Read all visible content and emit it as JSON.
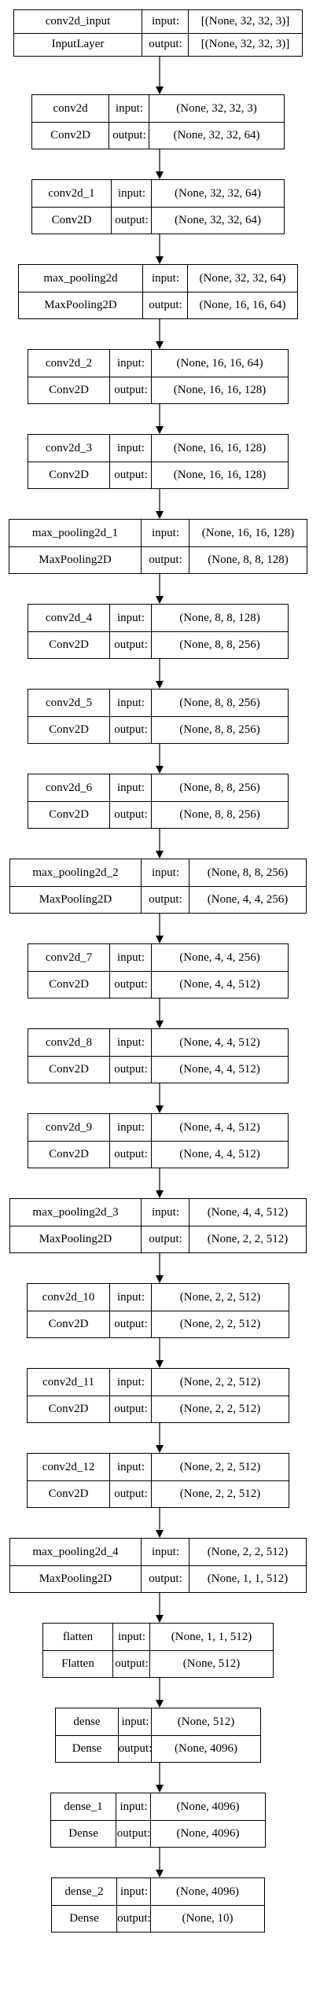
{
  "layers": [
    {
      "name": "conv2d_input",
      "type": "InputLayer",
      "input_label": "input:",
      "output_label": "output:",
      "input_shape": "[(None, 32, 32, 3)]",
      "output_shape": "[(None, 32, 32, 3)]"
    },
    {
      "name": "conv2d",
      "type": "Conv2D",
      "input_label": "input:",
      "output_label": "output:",
      "input_shape": "(None, 32, 32, 3)",
      "output_shape": "(None, 32, 32, 64)"
    },
    {
      "name": "conv2d_1",
      "type": "Conv2D",
      "input_label": "input:",
      "output_label": "output:",
      "input_shape": "(None, 32, 32, 64)",
      "output_shape": "(None, 32, 32, 64)"
    },
    {
      "name": "max_pooling2d",
      "type": "MaxPooling2D",
      "input_label": "input:",
      "output_label": "output:",
      "input_shape": "(None, 32, 32, 64)",
      "output_shape": "(None, 16, 16, 64)"
    },
    {
      "name": "conv2d_2",
      "type": "Conv2D",
      "input_label": "input:",
      "output_label": "output:",
      "input_shape": "(None, 16, 16, 64)",
      "output_shape": "(None, 16, 16, 128)"
    },
    {
      "name": "conv2d_3",
      "type": "Conv2D",
      "input_label": "input:",
      "output_label": "output:",
      "input_shape": "(None, 16, 16, 128)",
      "output_shape": "(None, 16, 16, 128)"
    },
    {
      "name": "max_pooling2d_1",
      "type": "MaxPooling2D",
      "input_label": "input:",
      "output_label": "output:",
      "input_shape": "(None, 16, 16, 128)",
      "output_shape": "(None, 8, 8, 128)"
    },
    {
      "name": "conv2d_4",
      "type": "Conv2D",
      "input_label": "input:",
      "output_label": "output:",
      "input_shape": "(None, 8, 8, 128)",
      "output_shape": "(None, 8, 8, 256)"
    },
    {
      "name": "conv2d_5",
      "type": "Conv2D",
      "input_label": "input:",
      "output_label": "output:",
      "input_shape": "(None, 8, 8, 256)",
      "output_shape": "(None, 8, 8, 256)"
    },
    {
      "name": "conv2d_6",
      "type": "Conv2D",
      "input_label": "input:",
      "output_label": "output:",
      "input_shape": "(None, 8, 8, 256)",
      "output_shape": "(None, 8, 8, 256)"
    },
    {
      "name": "max_pooling2d_2",
      "type": "MaxPooling2D",
      "input_label": "input:",
      "output_label": "output:",
      "input_shape": "(None, 8, 8, 256)",
      "output_shape": "(None, 4, 4, 256)"
    },
    {
      "name": "conv2d_7",
      "type": "Conv2D",
      "input_label": "input:",
      "output_label": "output:",
      "input_shape": "(None, 4, 4, 256)",
      "output_shape": "(None, 4, 4, 512)"
    },
    {
      "name": "conv2d_8",
      "type": "Conv2D",
      "input_label": "input:",
      "output_label": "output:",
      "input_shape": "(None, 4, 4, 512)",
      "output_shape": "(None, 4, 4, 512)"
    },
    {
      "name": "conv2d_9",
      "type": "Conv2D",
      "input_label": "input:",
      "output_label": "output:",
      "input_shape": "(None, 4, 4, 512)",
      "output_shape": "(None, 4, 4, 512)"
    },
    {
      "name": "max_pooling2d_3",
      "type": "MaxPooling2D",
      "input_label": "input:",
      "output_label": "output:",
      "input_shape": "(None, 4, 4, 512)",
      "output_shape": "(None, 2, 2, 512)"
    },
    {
      "name": "conv2d_10",
      "type": "Conv2D",
      "input_label": "input:",
      "output_label": "output:",
      "input_shape": "(None, 2, 2, 512)",
      "output_shape": "(None, 2, 2, 512)"
    },
    {
      "name": "conv2d_11",
      "type": "Conv2D",
      "input_label": "input:",
      "output_label": "output:",
      "input_shape": "(None, 2, 2, 512)",
      "output_shape": "(None, 2, 2, 512)"
    },
    {
      "name": "conv2d_12",
      "type": "Conv2D",
      "input_label": "input:",
      "output_label": "output:",
      "input_shape": "(None, 2, 2, 512)",
      "output_shape": "(None, 2, 2, 512)"
    },
    {
      "name": "max_pooling2d_4",
      "type": "MaxPooling2D",
      "input_label": "input:",
      "output_label": "output:",
      "input_shape": "(None, 2, 2, 512)",
      "output_shape": "(None, 1, 1, 512)"
    },
    {
      "name": "flatten",
      "type": "Flatten",
      "input_label": "input:",
      "output_label": "output:",
      "input_shape": "(None, 1, 1, 512)",
      "output_shape": "(None, 512)"
    },
    {
      "name": "dense",
      "type": "Dense",
      "input_label": "input:",
      "output_label": "output:",
      "input_shape": "(None, 512)",
      "output_shape": "(None, 4096)"
    },
    {
      "name": "dense_1",
      "type": "Dense",
      "input_label": "input:",
      "output_label": "output:",
      "input_shape": "(None, 4096)",
      "output_shape": "(None, 4096)"
    },
    {
      "name": "dense_2",
      "type": "Dense",
      "input_label": "input:",
      "output_label": "output:",
      "input_shape": "(None, 4096)",
      "output_shape": "(None, 10)"
    }
  ],
  "colors": {
    "stroke": "#000000",
    "background": "#ffffff",
    "text": "#000000"
  }
}
